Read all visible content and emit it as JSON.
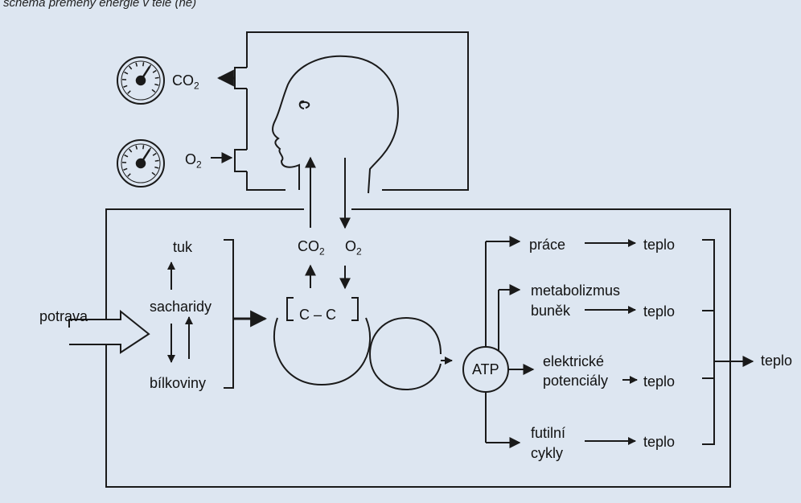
{
  "caption": "schéma přeměny energie v těle (ne)",
  "gases": {
    "co2_base": "CO",
    "co2_sub": "2",
    "o2_base": "O",
    "o2_sub": "2"
  },
  "nutrients": {
    "fat": "tuk",
    "saccharides": "sacharidy",
    "proteins": "bílkoviny",
    "food": "potrava"
  },
  "core": {
    "carbon_bond": "C – C",
    "atp": "ATP"
  },
  "outputs": {
    "work": "práce",
    "metabolism_line1": "metabolizmus",
    "metabolism_line2": "buněk",
    "electric_line1": "elektrické",
    "electric_line2": "potenciály",
    "futile_line1": "futilní",
    "futile_line2": "cykly",
    "heat": "teplo"
  },
  "colors": {
    "background": "#dde6f1",
    "ink": "#1a1a1a"
  }
}
